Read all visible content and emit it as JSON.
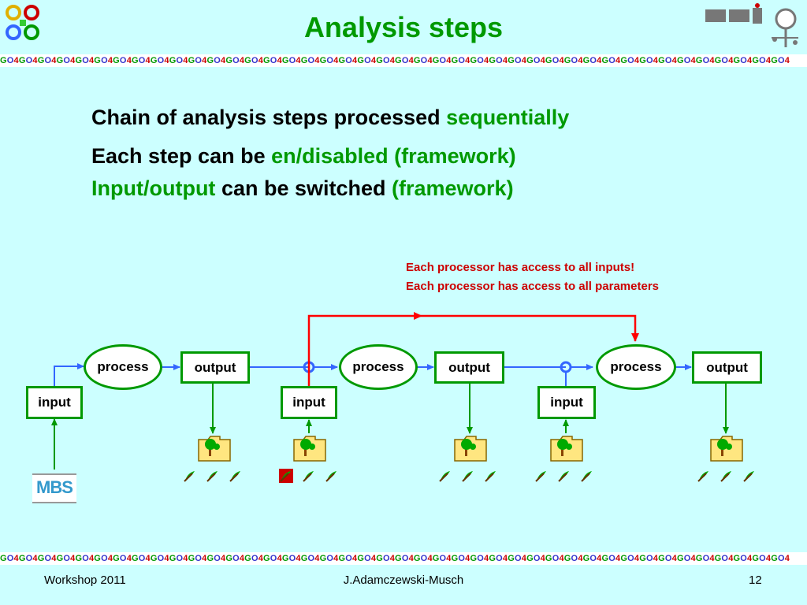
{
  "slide": {
    "title": "Analysis steps",
    "band_unit": "GO4",
    "bullets": [
      {
        "black": "Chain of analysis steps processed ",
        "green": "sequentially"
      },
      {
        "black": "Each step can be ",
        "green": "en/disabled (framework)"
      },
      {
        "green1": "Input/output",
        "black": " can be switched ",
        "green2": "(framework)"
      }
    ],
    "notes": [
      "Each processor has access to all inputs!",
      "Each processor has access to all parameters"
    ],
    "diagram": {
      "process_label": "process",
      "output_label": "output",
      "input_label": "input",
      "source_logo": "MBS"
    },
    "footer": {
      "left": "Workshop 2011",
      "center": "J.Adamczewski-Musch",
      "right": "12"
    },
    "colors": {
      "background": "#ccffff",
      "green": "#009900",
      "red": "#cc0000",
      "blue": "#3366ff"
    },
    "icons": [
      "go4-logo-icon",
      "gsi-logo-icon",
      "folder-tree-icon",
      "histogram-leaf-icon"
    ]
  }
}
